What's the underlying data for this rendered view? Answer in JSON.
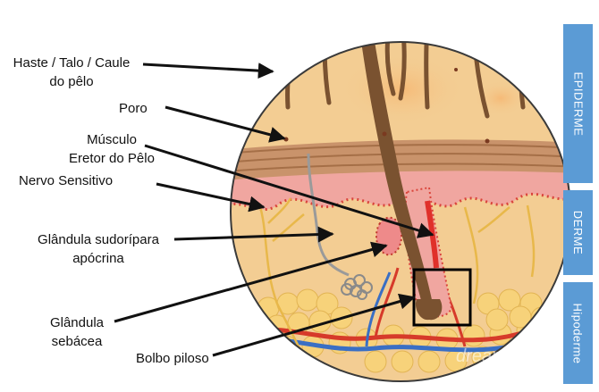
{
  "labels": {
    "haste_line1": "Haste / Talo / Caule",
    "haste_line2": "do pêlo",
    "poro": "Poro",
    "musculo_line1": "Músculo",
    "musculo_line2": "Eretor do Pêlo",
    "nervo": "Nervo Sensitivo",
    "glandula_sud_line1": "Glândula sudorípara",
    "glandula_sud_line2": "apócrina",
    "glandula_seb_line1": "Glândula",
    "glandula_seb_line2": "sebácea",
    "bolbo": "Bolbo piloso"
  },
  "layers": {
    "epiderme": "EPIDERME",
    "derme": "DERME",
    "hipoderme": "Hipoderme"
  },
  "watermark": "dreamstime",
  "colors": {
    "band_blue": "#5b9bd5",
    "tissue_beige": "#f3cd93",
    "epidermis_brown": "#c9936b",
    "dermis_pink": "#f0a6a0",
    "fat_yellow": "#f7d27a",
    "hair_brown": "#7a5230",
    "artery_red": "#d63a2a",
    "vein_blue": "#3a6fc4",
    "nerve_yellow": "#e8b84a"
  }
}
